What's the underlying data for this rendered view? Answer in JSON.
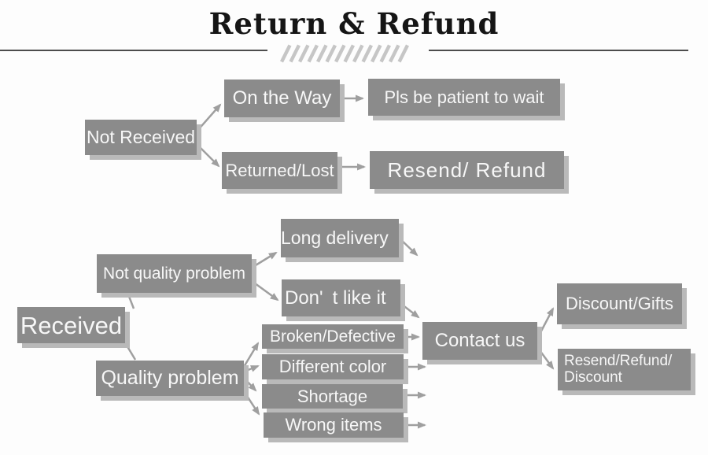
{
  "title": "Return & Refund",
  "colors": {
    "box": "#8b8b8b",
    "box_shadow": "#b9b9b9",
    "box_text": "#f7f7f7",
    "arrow": "#9f9f9f",
    "title_text": "#151515",
    "rule": "#4d4d4d",
    "hatch": "#c6c6c6",
    "background": "#fdfdfd"
  },
  "nodes": {
    "not_received": {
      "label": "Not Received"
    },
    "on_the_way": {
      "label": "On the Way"
    },
    "pls_be_patient": {
      "label": "Pls be patient to wait"
    },
    "returned_lost": {
      "label": "Returned/Lost"
    },
    "resend_refund": {
      "label": "Resend/ Refund"
    },
    "received": {
      "label": "Received"
    },
    "not_quality_problem": {
      "label": "Not quality problem"
    },
    "long_delivery": {
      "label": "Long delivery"
    },
    "dont_like_it": {
      "label": "Don' t like it"
    },
    "quality_problem": {
      "label": "Quality problem"
    },
    "broken_defective": {
      "label": "Broken/Defective"
    },
    "different_color": {
      "label": "Different color"
    },
    "shortage": {
      "label": "Shortage"
    },
    "wrong_items": {
      "label": "Wrong items"
    },
    "contact_us": {
      "label": "Contact us"
    },
    "discount_gifts": {
      "label": "Discount/Gifts"
    },
    "resend_refund_discount": {
      "line1": "Resend/Refund/",
      "line2": "Discount"
    }
  },
  "connections": [
    {
      "from": "not_received",
      "to": "on_the_way"
    },
    {
      "from": "not_received",
      "to": "returned_lost"
    },
    {
      "from": "on_the_way",
      "to": "pls_be_patient"
    },
    {
      "from": "returned_lost",
      "to": "resend_refund"
    },
    {
      "from": "received",
      "to": "not_quality_problem"
    },
    {
      "from": "received",
      "to": "quality_problem"
    },
    {
      "from": "not_quality_problem",
      "to": "long_delivery"
    },
    {
      "from": "not_quality_problem",
      "to": "dont_like_it"
    },
    {
      "from": "long_delivery",
      "to": "contact_us"
    },
    {
      "from": "dont_like_it",
      "to": "contact_us"
    },
    {
      "from": "quality_problem",
      "to": "broken_defective"
    },
    {
      "from": "quality_problem",
      "to": "different_color"
    },
    {
      "from": "quality_problem",
      "to": "shortage"
    },
    {
      "from": "quality_problem",
      "to": "wrong_items"
    },
    {
      "from": "broken_defective",
      "to": "contact_us"
    },
    {
      "from": "different_color",
      "to": "contact_us"
    },
    {
      "from": "shortage",
      "to": "contact_us"
    },
    {
      "from": "wrong_items",
      "to": "contact_us"
    },
    {
      "from": "contact_us",
      "to": "discount_gifts"
    },
    {
      "from": "contact_us",
      "to": "resend_refund_discount"
    }
  ]
}
